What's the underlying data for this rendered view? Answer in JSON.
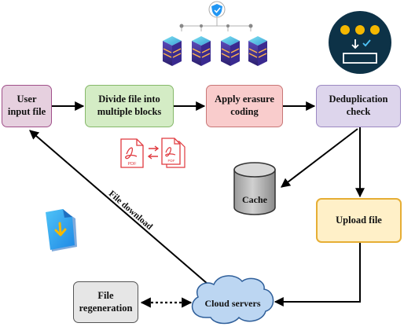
{
  "nodes": {
    "user_input": "User input file",
    "divide": "Divide file into multiple blocks",
    "erasure": "Apply erasure coding",
    "dedup": "Deduplication check",
    "cache": "Cache",
    "upload": "Upload file",
    "cloud": "Cloud servers",
    "regen": "File regeneration"
  },
  "edge_labels": {
    "download": "File download"
  },
  "icon_labels": {
    "pdf_left": "PDF",
    "pdf_right": "PDF"
  },
  "icons": [
    "cloud-nodes-shield-icon",
    "dedup-panel-icon",
    "pdf-split-icon",
    "file-download-icon",
    "database-cylinder-icon",
    "cloud-shape-icon"
  ],
  "colors": {
    "user_input": "#e6d0df",
    "divide": "#d4ecc5",
    "erasure": "#f9cccc",
    "dedup": "#ddd5ec",
    "upload": "#fff0c8",
    "regen": "#e6e6e6",
    "cloud": "#bcd6f2",
    "cache": "#b8b8b8"
  }
}
